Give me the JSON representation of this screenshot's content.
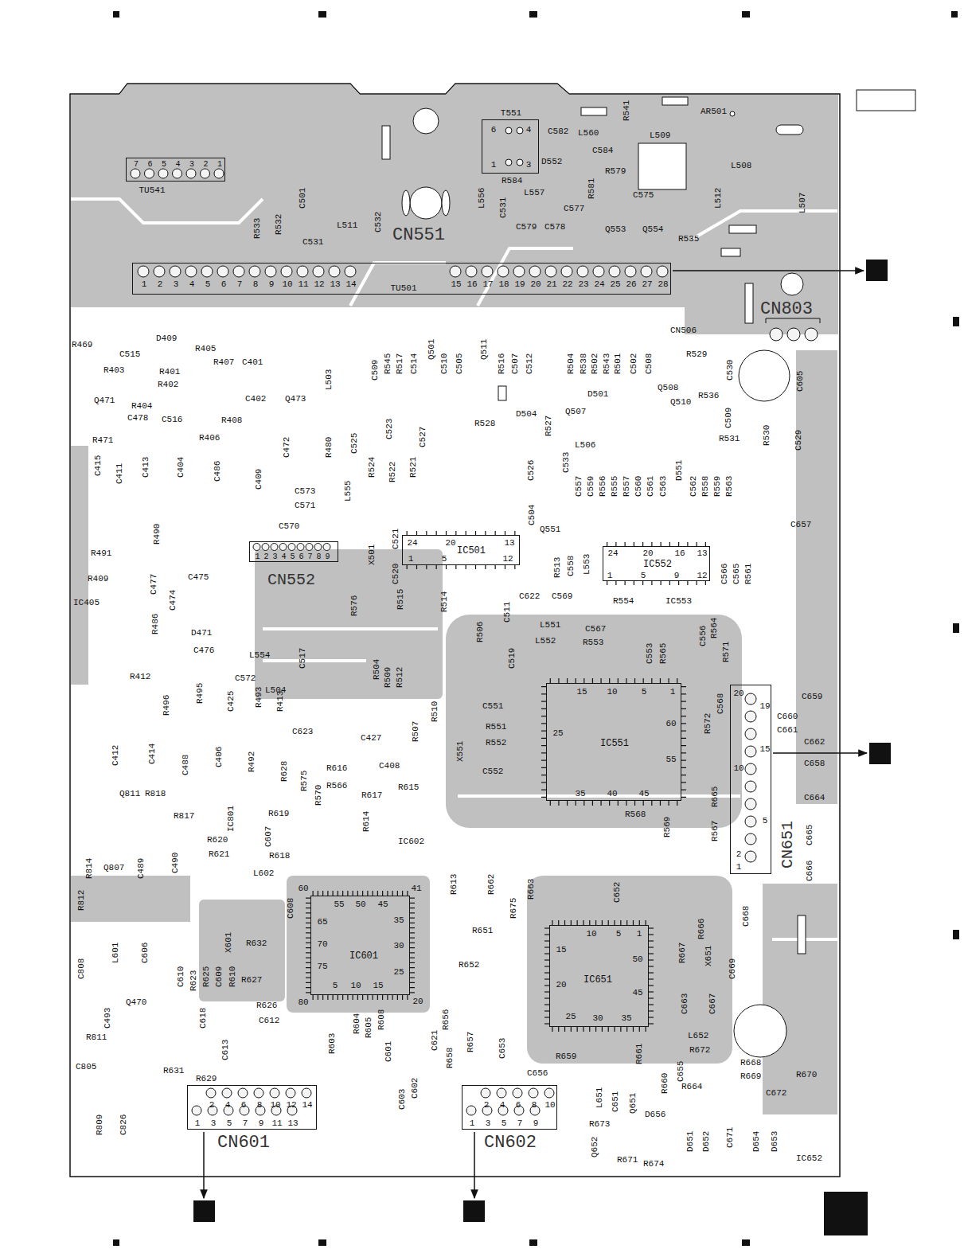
{
  "diagram": {
    "nodes": [
      {
        "text": [
          "T551",
          "6",
          "4",
          "1",
          "3"
        ]
      },
      {
        "text": [
          "7",
          "6",
          "5",
          "4",
          "3",
          "2",
          "1",
          "TU541"
        ]
      },
      {
        "text": [
          "1",
          "2",
          "3",
          "4",
          "5",
          "6",
          "7",
          "8",
          "9",
          "10",
          "11",
          "12",
          "13",
          "14",
          "15",
          "16",
          "17",
          "18",
          "19",
          "20",
          "21",
          "22",
          "23",
          "24",
          "25",
          "26",
          "27",
          "28",
          "TU501"
        ]
      },
      {
        "text": [
          "24",
          "20",
          "13",
          "1",
          "5",
          "12",
          "IC501"
        ]
      },
      {
        "text": [
          "123456789",
          "CN552"
        ]
      },
      {
        "text": [
          "24",
          "20",
          "16",
          "13",
          "1",
          "5",
          "9",
          "12",
          "IC552"
        ]
      },
      {
        "text": [
          "IC551",
          "1",
          "5",
          "10",
          "15",
          "25",
          "35",
          "40",
          "45",
          "55",
          "60"
        ]
      },
      {
        "text": [
          "20",
          "19",
          "15",
          "10",
          "5",
          "2",
          "1",
          "CN651"
        ]
      },
      {
        "text": [
          "IC601",
          "60",
          "55",
          "50",
          "45",
          "41",
          "65",
          "70",
          "75",
          "80",
          "5",
          "10",
          "15",
          "20",
          "25",
          "30",
          "35"
        ]
      },
      {
        "text": [
          "IC651",
          "1",
          "5",
          "10",
          "15",
          "20",
          "25",
          "30",
          "35",
          "45",
          "50"
        ]
      },
      {
        "text": [
          "2",
          "4",
          "6",
          "8",
          "10",
          "12",
          "14",
          "1",
          "3",
          "5",
          "7",
          "9",
          "11",
          "13",
          "CN601"
        ]
      },
      {
        "text": [
          "2",
          "4",
          "6",
          "8",
          "10",
          "1",
          "3",
          "5",
          "7",
          "9",
          "CN602"
        ]
      }
    ],
    "labels": [
      "C582",
      "L560",
      "R541",
      "AR501",
      "C584",
      "L509",
      "D552",
      "R579",
      "L508",
      "R584",
      "L557",
      "R581",
      "C575",
      "L512",
      "L507",
      "C531",
      "L556",
      "C577",
      "C579",
      "C578",
      "Q553",
      "Q554",
      "R535",
      "C501",
      "R533",
      "R532",
      "C531",
      "L511",
      "C532",
      "CN551",
      "CN803",
      "CN506",
      "R529",
      "C530",
      "Q508",
      "R536",
      "Q510",
      "C605",
      "R530",
      "C529",
      "R531",
      "C509",
      "R469",
      "D409",
      "R405",
      "C515",
      "R407",
      "C401",
      "R403",
      "R401",
      "R402",
      "Q471",
      "C402",
      "Q473",
      "R404",
      "C478",
      "C516",
      "R408",
      "R471",
      "R406",
      "R480",
      "C472",
      "C525",
      "C415",
      "C411",
      "C413",
      "C404",
      "C486",
      "C409",
      "C573",
      "C571",
      "C570",
      "L555",
      "R524",
      "R522",
      "R521",
      "C523",
      "C527",
      "R545",
      "R517",
      "C514",
      "Q501",
      "C510",
      "C505",
      "Q511",
      "R516",
      "C507",
      "C512",
      "R504",
      "R538",
      "R502",
      "R543",
      "R501",
      "C502",
      "C508",
      "C509",
      "L503",
      "D504",
      "D501",
      "Q507",
      "R528",
      "R527",
      "L506",
      "C526",
      "C533",
      "C557",
      "C559",
      "R556",
      "R555",
      "R557",
      "C560",
      "C561",
      "C563",
      "D551",
      "C562",
      "R558",
      "R559",
      "R563",
      "Q551",
      "C504",
      "C657",
      "X501",
      "C521",
      "C520",
      "R515",
      "R513",
      "C558",
      "L553",
      "C566",
      "C565",
      "R561",
      "C622",
      "C569",
      "R554",
      "IC553",
      "R576",
      "R514",
      "R506",
      "C511",
      "C519",
      "L551",
      "L552",
      "R553",
      "C567",
      "C553",
      "R565",
      "C556",
      "R564",
      "R571",
      "C475",
      "C477",
      "C474",
      "D471",
      "C476",
      "R486",
      "R491",
      "R490",
      "R409",
      "IC405",
      "R412",
      "L554",
      "C572",
      "L504",
      "C517",
      "R495",
      "C425",
      "R493",
      "R413",
      "C623",
      "R496",
      "R504",
      "R509",
      "R512",
      "R510",
      "R507",
      "C551",
      "R551",
      "R552",
      "C552",
      "X551",
      "C568",
      "R572",
      "C427",
      "C408",
      "R615",
      "R616",
      "R566",
      "R617",
      "R570",
      "R575",
      "R628",
      "R492",
      "C414",
      "C488",
      "C406",
      "C412",
      "Q811",
      "R818",
      "R817",
      "IC801",
      "R619",
      "C607",
      "R620",
      "R621",
      "R618",
      "R614",
      "IC602",
      "R568",
      "R569",
      "R665",
      "R567",
      "C660",
      "C659",
      "C661",
      "C662",
      "C658",
      "C664",
      "C665",
      "C666",
      "L602",
      "C489",
      "C490",
      "Q807",
      "R814",
      "R812",
      "R613",
      "R662",
      "R663",
      "C652",
      "R675",
      "R651",
      "R652",
      "R656",
      "X601",
      "R632",
      "C608",
      "C610",
      "R623",
      "R625",
      "C609",
      "R610",
      "R627",
      "R626",
      "C612",
      "C606",
      "L601",
      "C808",
      "C618",
      "C493",
      "Q470",
      "R811",
      "C805",
      "C613",
      "R631",
      "R629",
      "R809",
      "C826",
      "R603",
      "R604",
      "R605",
      "R608",
      "C601",
      "C603",
      "C602",
      "C621",
      "R658",
      "R657",
      "C653",
      "C656",
      "R659",
      "L651",
      "R661",
      "R660",
      "C655",
      "Q651",
      "C651",
      "D656",
      "R673",
      "R671",
      "R674",
      "Q652",
      "D651",
      "D652",
      "C671",
      "D654",
      "D653",
      "IC652",
      "R672",
      "R664",
      "R668",
      "R669",
      "R670",
      "C672",
      "L652",
      "C663",
      "C667",
      "X651",
      "C669",
      "C668",
      "R666",
      "R667"
    ]
  }
}
